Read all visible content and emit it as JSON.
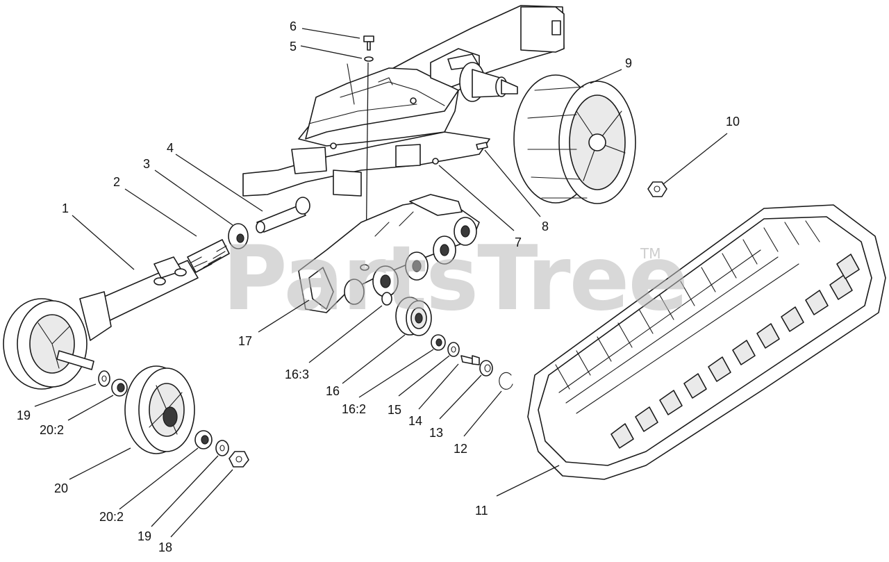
{
  "watermark": {
    "text": "PartsTree",
    "trademark": "TM"
  },
  "callouts": [
    "1",
    "2",
    "3",
    "4",
    "5",
    "6",
    "7",
    "8",
    "9",
    "10",
    "11",
    "12",
    "13",
    "14",
    "15",
    "16",
    "16:2",
    "16:3",
    "17",
    "18",
    "19",
    "19",
    "20",
    "20:2",
    "20:2"
  ]
}
